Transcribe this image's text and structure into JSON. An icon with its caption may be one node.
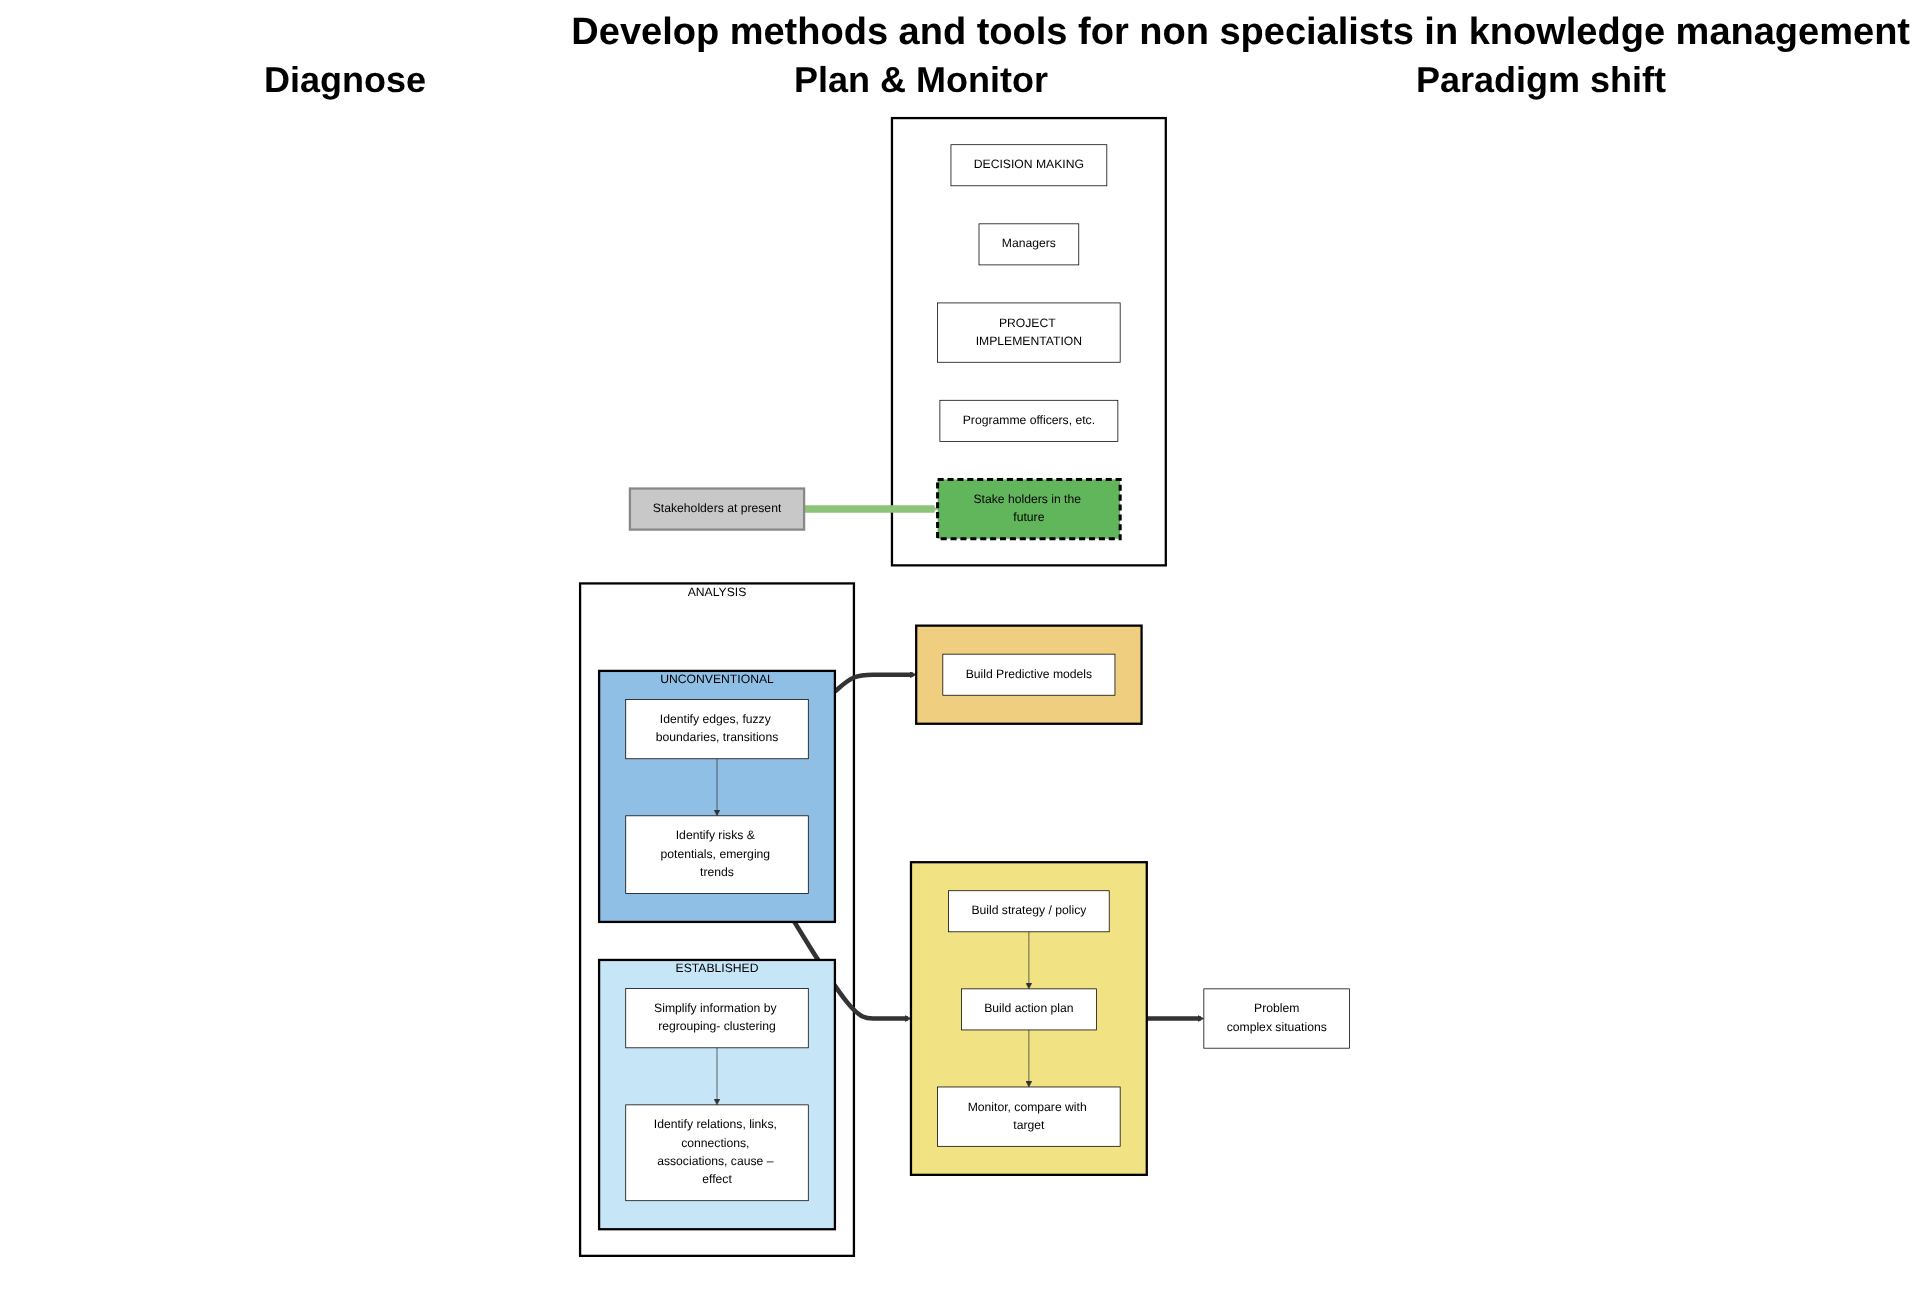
{
  "diagram": {
    "title": "Develop methods and tools for non specialists in knowledge management",
    "nodes": [
      {
        "text": [
          "Problem",
          "complex situations"
        ]
      },
      {
        "text": [
          "ANALYSIS"
        ]
      },
      {
        "text": [
          "ESTABLISHED"
        ],
        "in": 1
      },
      {
        "text": [
          "Simplify information by regrouping- clustering"
        ],
        "in": 2
      },
      {
        "text": [
          "Identify relations, links, connections, associations, cause – effect"
        ],
        "in": 2
      },
      {
        "text": [
          "UNCONVENTIONAL"
        ],
        "in": 1
      },
      {
        "text": [
          "Identify edges, fuzzy boundaries, transitions"
        ],
        "in": 5
      },
      {
        "text": [
          "Identify risks & potentials, emerging trends"
        ],
        "in": 5
      },
      {
        "text": [],
        "shape": "box"
      },
      {
        "text": [
          "Build Predictive models"
        ],
        "in": 8
      },
      {
        "text": [],
        "shape": "box"
      },
      {
        "text": [
          "Build strategy / policy"
        ],
        "in": 10
      },
      {
        "text": [
          "Build action plan"
        ],
        "in": 10
      },
      {
        "text": [
          "Monitor, compare with target"
        ],
        "in": 10
      },
      {
        "text": [],
        "shape": "box"
      },
      {
        "text": [
          "DECISION MAKING"
        ],
        "in": 14
      },
      {
        "text": [
          "Managers"
        ],
        "in": 14
      },
      {
        "text": [
          "PROJECT IMPLEMENTATION"
        ],
        "in": 14
      },
      {
        "text": [
          "Programme officers, etc."
        ],
        "in": 14
      },
      {
        "text": [
          "Stake holders in the future"
        ],
        "in": 14
      },
      {
        "text": [
          "Stakeholders at present"
        ]
      }
    ],
    "edges": [
      {
        "from": 3,
        "to": 4,
        "arrow": "to"
      },
      {
        "from": 6,
        "to": 7,
        "arrow": "to"
      },
      {
        "from": 5,
        "to": 8,
        "arrow": "to",
        "style": "thick"
      },
      {
        "from": 5,
        "to": 10,
        "arrow": "to",
        "style": "thick"
      },
      {
        "from": 11,
        "to": 12,
        "arrow": "to"
      },
      {
        "from": 12,
        "to": 13,
        "arrow": "to"
      },
      {
        "from": 10,
        "to": 0,
        "arrow": "to",
        "style": "thick"
      },
      {
        "from": 20,
        "to": 19,
        "arrow": "to",
        "style": "thick",
        "color": "#8cc47a"
      }
    ],
    "labels": [
      "Diagnose",
      "Plan & Monitor",
      "Paradigm shift"
    ]
  }
}
